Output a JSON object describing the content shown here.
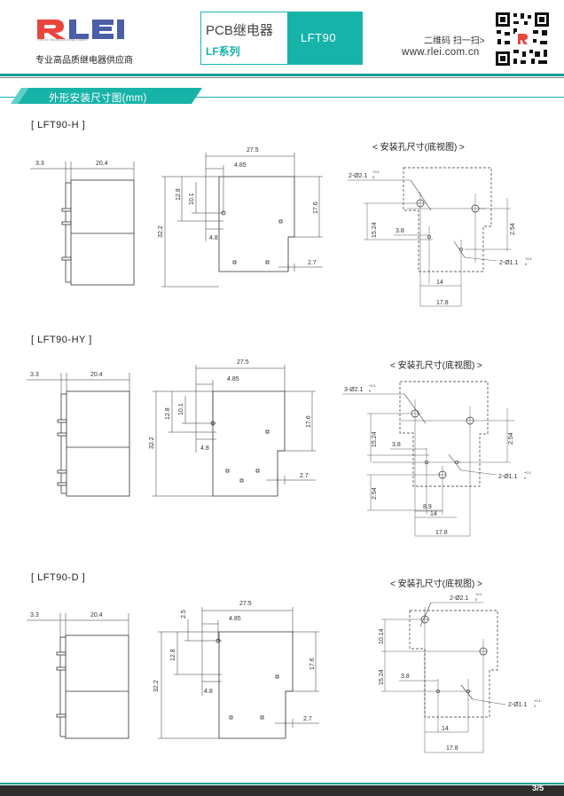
{
  "header": {
    "brand_name": "RLEI",
    "brand_subtitle": "Relink Manufacturing Expert",
    "tagline": "专业高品质继电器供应商",
    "series_title": "PCB继电器",
    "series_sub": "LF系列",
    "model": "LFT90",
    "scan_text": "二维码 扫一扫>",
    "website": "www.rlei.com.cn",
    "accent_color": "#17b3a9"
  },
  "section_title": "外形安装尺寸图(mm)",
  "hole_title": "< 安装孔尺寸(底视图) >",
  "models": [
    {
      "name": "[ LFT90-H ]",
      "side_dims": [
        "3.3",
        "20.4",
        "32.2"
      ],
      "front_dims": [
        "27.5",
        "4.85",
        "12.8",
        "10.1",
        "4.8",
        "17.6",
        "2.7"
      ],
      "hole_dims": [
        "2-Ø2.1",
        "+0.1",
        "0",
        "15.24",
        "3.8",
        "2.54",
        "2-Ø1.1",
        "+0.1",
        "0",
        "14",
        "17.8"
      ]
    },
    {
      "name": "[ LFT90-HY ]",
      "side_dims": [
        "3.3",
        "20.4",
        "32.2"
      ],
      "front_dims": [
        "27.5",
        "4.85",
        "12.8",
        "10.1",
        "4.8",
        "17.6",
        "2.7"
      ],
      "hole_dims": [
        "3-Ø2.1",
        "+0.1",
        "0",
        "15.24",
        "3.8",
        "2.54",
        "2-Ø1.1",
        "+0.1",
        "0",
        "2.54",
        "8.9",
        "14",
        "17.8"
      ]
    },
    {
      "name": "[ LFT90-D ]",
      "side_dims": [
        "3.3",
        "20.4",
        "32.2"
      ],
      "front_dims": [
        "27.5",
        "2.5",
        "4.85",
        "12.8",
        "4.8",
        "17.6",
        "2.7"
      ],
      "hole_dims": [
        "2-Ø2.1",
        "+0.1",
        "0",
        "10.14",
        "15.24",
        "3.8",
        "2-Ø1.1",
        "+0.1",
        "0",
        "14",
        "17.8"
      ]
    }
  ],
  "page_number": "3/5"
}
